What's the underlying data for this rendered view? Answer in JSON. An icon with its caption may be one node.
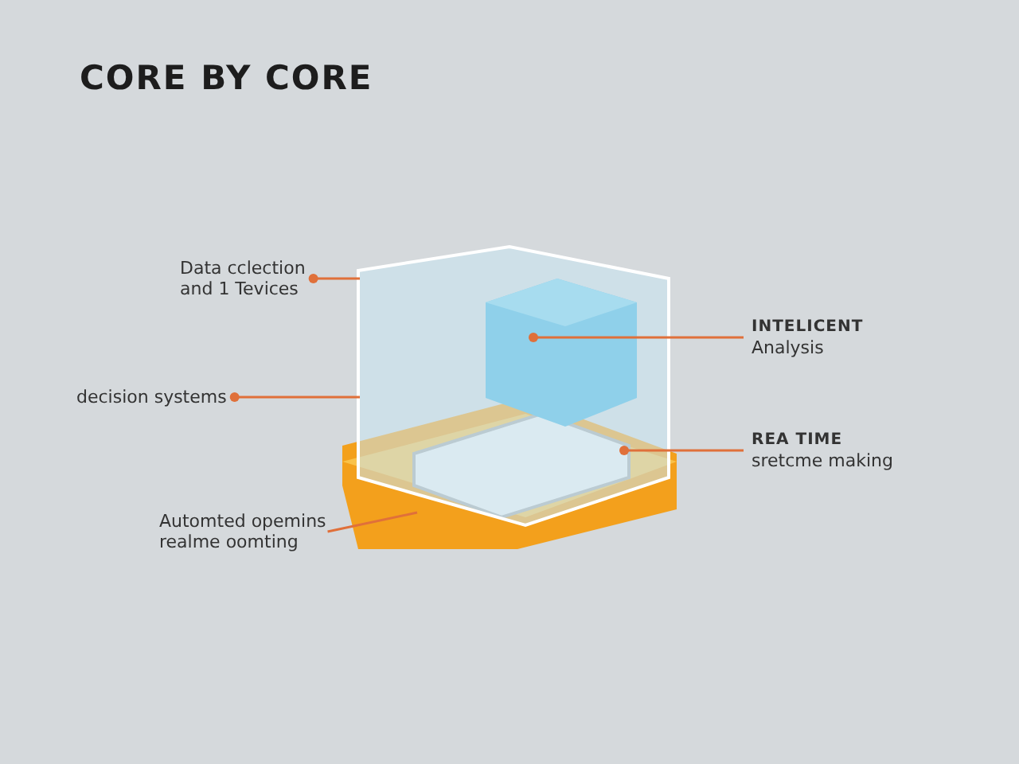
{
  "diagram": {
    "title": "CORE BY CORE",
    "nodes": [
      {
        "text": [
          "Data cclection and 1 Tevices"
        ]
      },
      {
        "text": [
          "INTELICENT",
          "Analysis"
        ]
      },
      {
        "text": [
          "decision systems"
        ]
      },
      {
        "text": [
          "REA TIME",
          "sretcme making"
        ]
      },
      {
        "text": [
          "Automted opemins realme oomting"
        ]
      },
      {
        "text": [],
        "shape": "picture"
      },
      {
        "text": [],
        "shape": "picture",
        "in": 5
      },
      {
        "text": [],
        "shape": "picture"
      },
      {
        "text": [],
        "shape": "picture"
      }
    ],
    "edges": [
      {
        "from": 0,
        "to": 5,
        "arrow": "other"
      },
      {
        "from": 6,
        "to": 1,
        "arrow": "other"
      },
      {
        "from": 2,
        "to": 5,
        "arrow": "other"
      },
      {
        "from": 7,
        "to": 3,
        "arrow": "other"
      },
      {
        "from": 4,
        "to": 8,
        "arrow": "none"
      }
    ]
  }
}
